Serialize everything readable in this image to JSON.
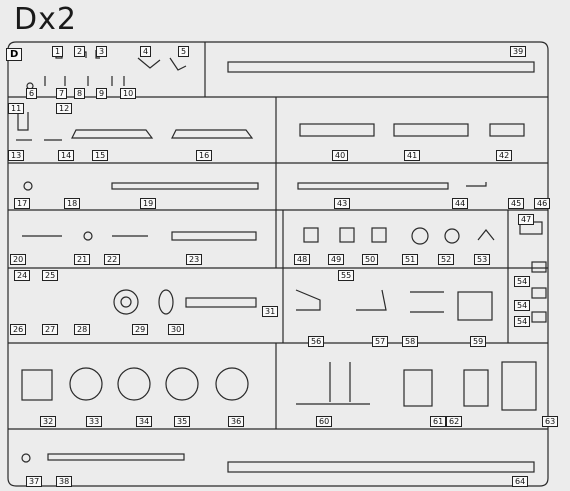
{
  "sheet": {
    "title": "Dx2",
    "sprue_letter": "D"
  },
  "part_labels": [
    "1",
    "2",
    "3",
    "4",
    "5",
    "6",
    "7",
    "8",
    "9",
    "10",
    "11",
    "12",
    "13",
    "14",
    "15",
    "16",
    "17",
    "18",
    "19",
    "20",
    "21",
    "22",
    "23",
    "24",
    "25",
    "26",
    "27",
    "28",
    "29",
    "30",
    "31",
    "32",
    "33",
    "34",
    "35",
    "36",
    "37",
    "38",
    "39",
    "40",
    "41",
    "42",
    "43",
    "44",
    "45",
    "46",
    "47",
    "48",
    "49",
    "50",
    "51",
    "52",
    "53",
    "54",
    "54",
    "54",
    "55",
    "56",
    "57",
    "58",
    "59",
    "60",
    "61",
    "62",
    "63",
    "64"
  ],
  "colors": {
    "background": "#ececec",
    "line": "#2a2a2a",
    "label_bg": "#fafafa"
  }
}
